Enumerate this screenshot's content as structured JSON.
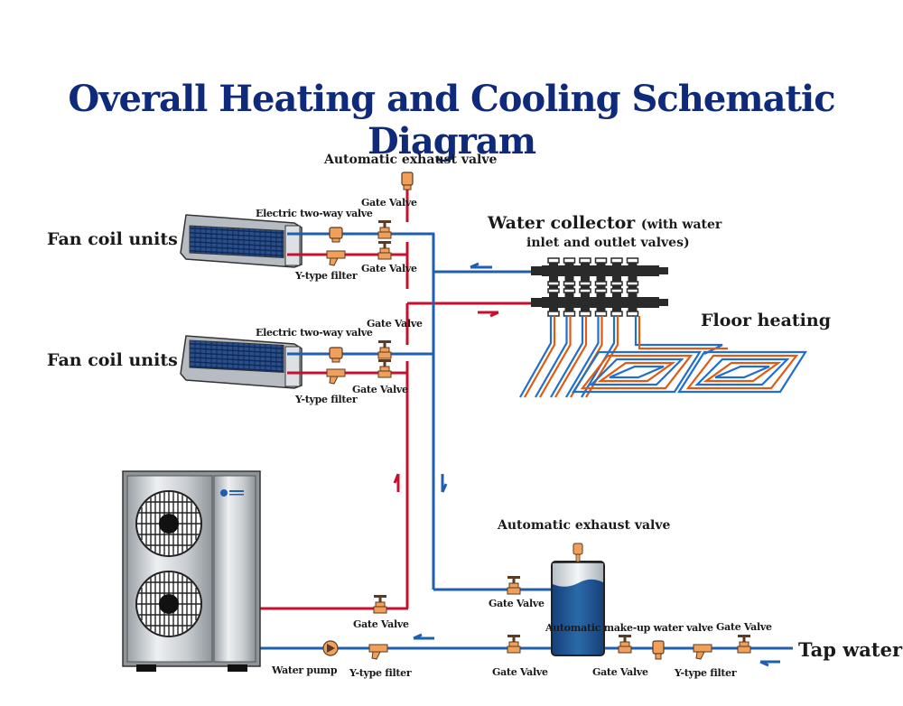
{
  "title": "Overall Heating and Cooling Schematic Diagram",
  "colors": {
    "title": "#0f2a7a",
    "supply_pipe": "#c8102e",
    "return_pipe": "#1f5fb0",
    "valve": "#f0a05a",
    "valve_handle": "#5a3a22",
    "floor_hot": "#e05a10",
    "floor_cold": "#1f6fd0",
    "manifold": "#2a2a2a",
    "tank_water": "#1e4f8f"
  },
  "labels": {
    "top_exhaust_valve": "Automatic exhaust valve",
    "fan_coil_1": "Fan coil units",
    "fan_coil_2": "Fan coil units",
    "fc1_electric_valve": "Electric two-way valve",
    "fc1_gate_top": "Gate Valve",
    "fc1_gate_bottom": "Gate Valve",
    "fc1_y_filter": "Y-type filter",
    "fc2_electric_valve": "Electric two-way valve",
    "fc2_gate_top": "Gate Valve",
    "fc2_gate_bottom": "Gate Valve",
    "fc2_y_filter": "Y-type filter",
    "water_collector_main": "Water collector",
    "water_collector_note_1": "(with water",
    "water_collector_note_2": "inlet and outlet valves)",
    "floor_heating": "Floor heating",
    "tank_exhaust_valve": "Automatic exhaust valve",
    "heatpump_gate": "Gate Valve",
    "water_pump": "Water pump",
    "return_y_filter": "Y-type filter",
    "tank_gate_upper": "Gate Valve",
    "tank_gate_lower": "Gate Valve",
    "makeup_valve": "Automatic make-up water valve",
    "tap_gate_inner": "Gate Valve",
    "tap_gate_outer": "Gate Valve",
    "tap_y_filter": "Y-type filter",
    "tap_water": "Tap water"
  }
}
